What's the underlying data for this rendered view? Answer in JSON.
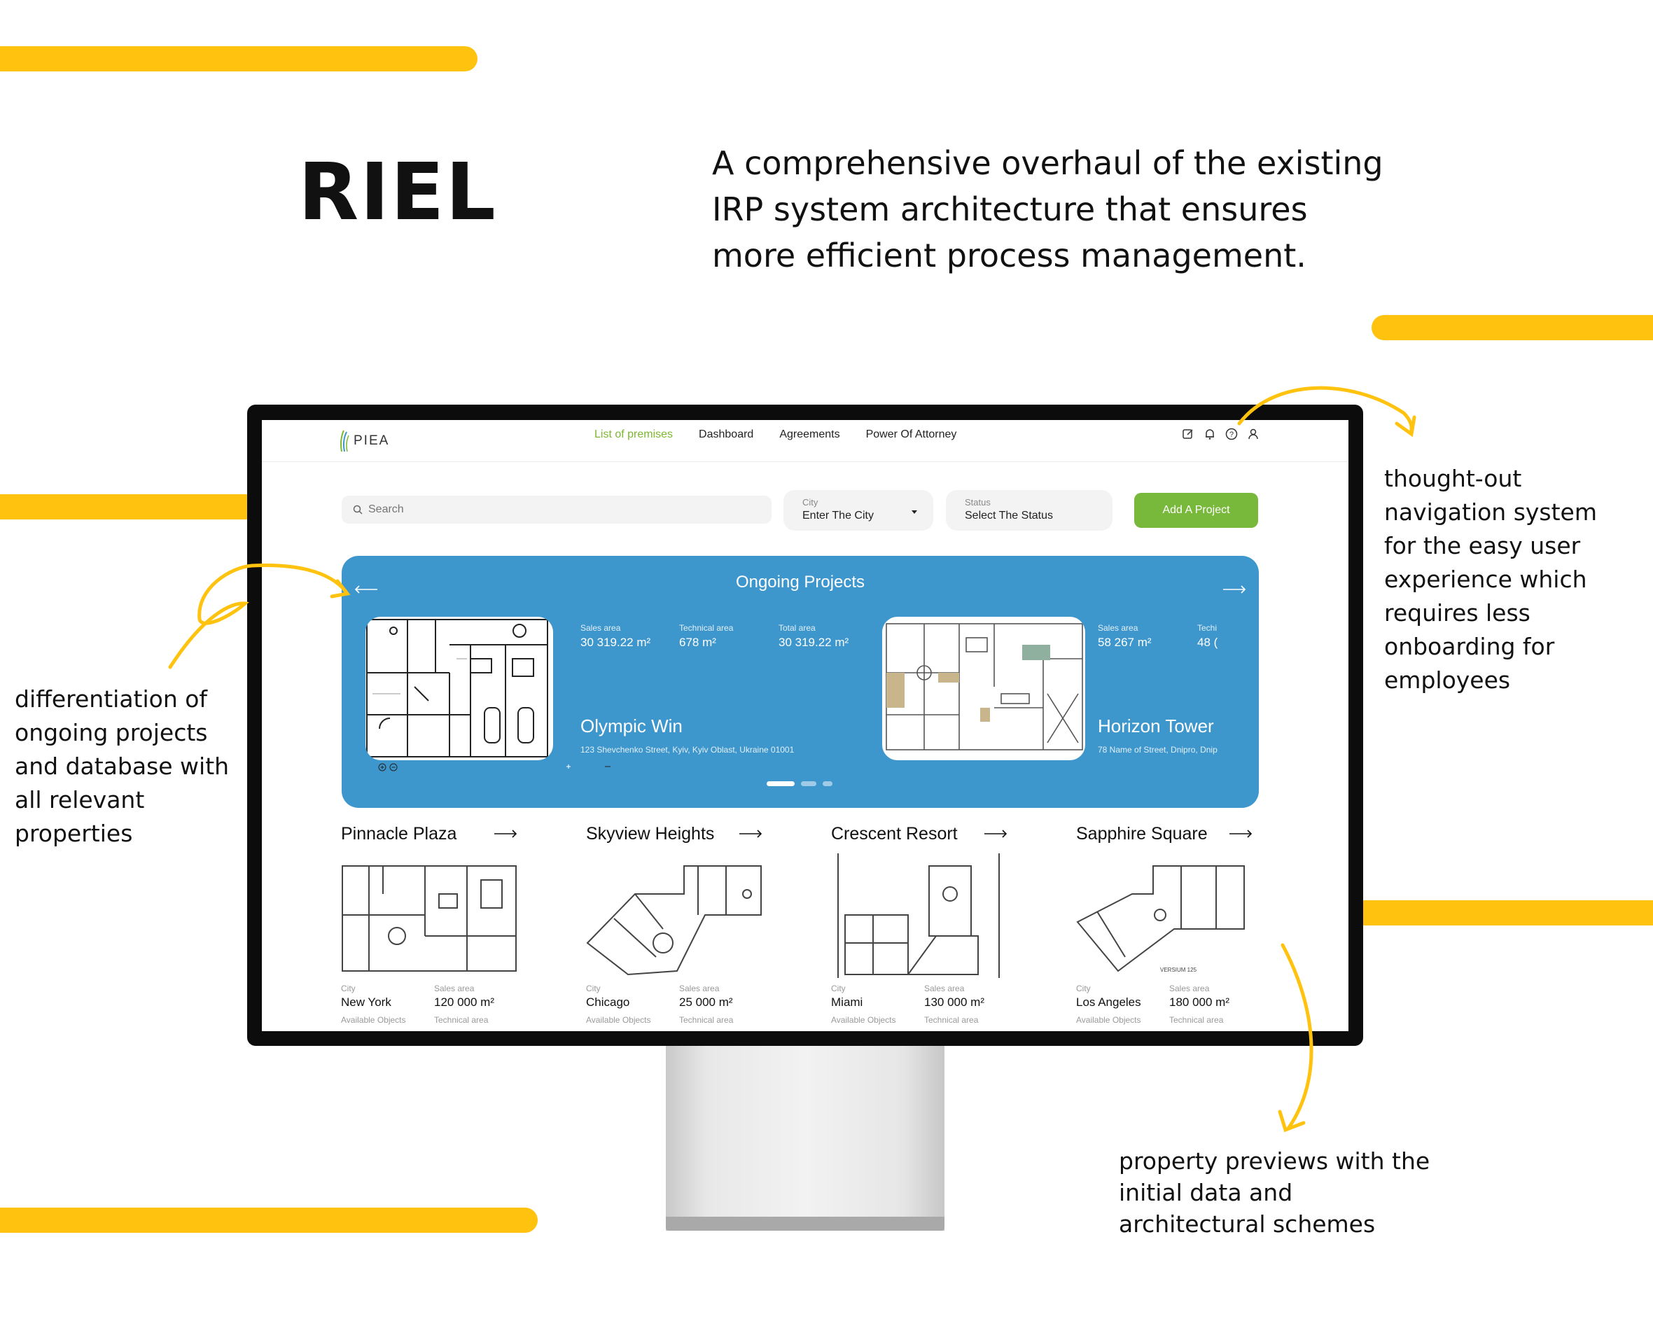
{
  "brand": {
    "title": "RIEL"
  },
  "tagline": "A comprehensive overhaul of the existing IRP system architecture that ensures more efficient process management.",
  "notes": {
    "left": "differentiation of ongoing projects and database with all relevant properties",
    "right": "thought-out navigation system for the easy user experience which requires less onboarding for employees",
    "bottom": "property previews with the initial data and architectural schemes"
  },
  "colors": {
    "accent_yellow": "#FFC20E",
    "banner_blue": "#3E97CC",
    "button_green": "#78B83A",
    "active_nav": "#7DB72F"
  },
  "app": {
    "logo_text": "PIEA",
    "nav": [
      {
        "label": "List of premises",
        "active": true
      },
      {
        "label": "Dashboard"
      },
      {
        "label": "Agreements"
      },
      {
        "label": "Power Of Attorney"
      }
    ],
    "icons": [
      "edit-icon",
      "bell-icon",
      "help-icon",
      "user-icon"
    ],
    "search": {
      "placeholder": "Search"
    },
    "city_filter": {
      "label": "City",
      "value": "Enter The City"
    },
    "status_filter": {
      "label": "Status",
      "value": "Select The Status"
    },
    "add_button": "Add A Project",
    "ongoing": {
      "title": "Ongoing Projects",
      "projects": [
        {
          "name": "Olympic Win",
          "address": "123 Shevchenko Street, Kyiv, Kyiv Oblast, Ukraine 01001",
          "metrics": [
            {
              "label": "Sales area",
              "value": "30 319.22 m²"
            },
            {
              "label": "Technical area",
              "value": "678 m²"
            },
            {
              "label": "Total area",
              "value": "30 319.22 m²"
            }
          ]
        },
        {
          "name": "Horizon Tower",
          "address": "78 Name of Street, Dnipro, Dnip",
          "metrics": [
            {
              "label": "Sales area",
              "value": "58 267 m²"
            },
            {
              "label": "Techi",
              "value": "48 ("
            }
          ]
        }
      ]
    },
    "properties": [
      {
        "name": "Pinnacle Plaza",
        "city_label": "City",
        "city": "New York",
        "sales_label": "Sales area",
        "sales": "120 000 m²",
        "objects_label": "Available Objects",
        "tech_label": "Technical area"
      },
      {
        "name": "Skyview Heights",
        "city_label": "City",
        "city": "Chicago",
        "sales_label": "Sales area",
        "sales": "25 000 m²",
        "objects_label": "Available Objects",
        "tech_label": "Technical area"
      },
      {
        "name": "Crescent Resort",
        "city_label": "City",
        "city": "Miami",
        "sales_label": "Sales area",
        "sales": "130 000 m²",
        "objects_label": "Available Objects",
        "tech_label": "Technical area"
      },
      {
        "name": "Sapphire Square",
        "city_label": "City",
        "city": "Los Angeles",
        "sales_label": "Sales area",
        "sales": "180 000 m²",
        "objects_label": "Available Objects",
        "tech_label": "Technical area",
        "plan_caption": "VERSIUM 125"
      }
    ]
  }
}
